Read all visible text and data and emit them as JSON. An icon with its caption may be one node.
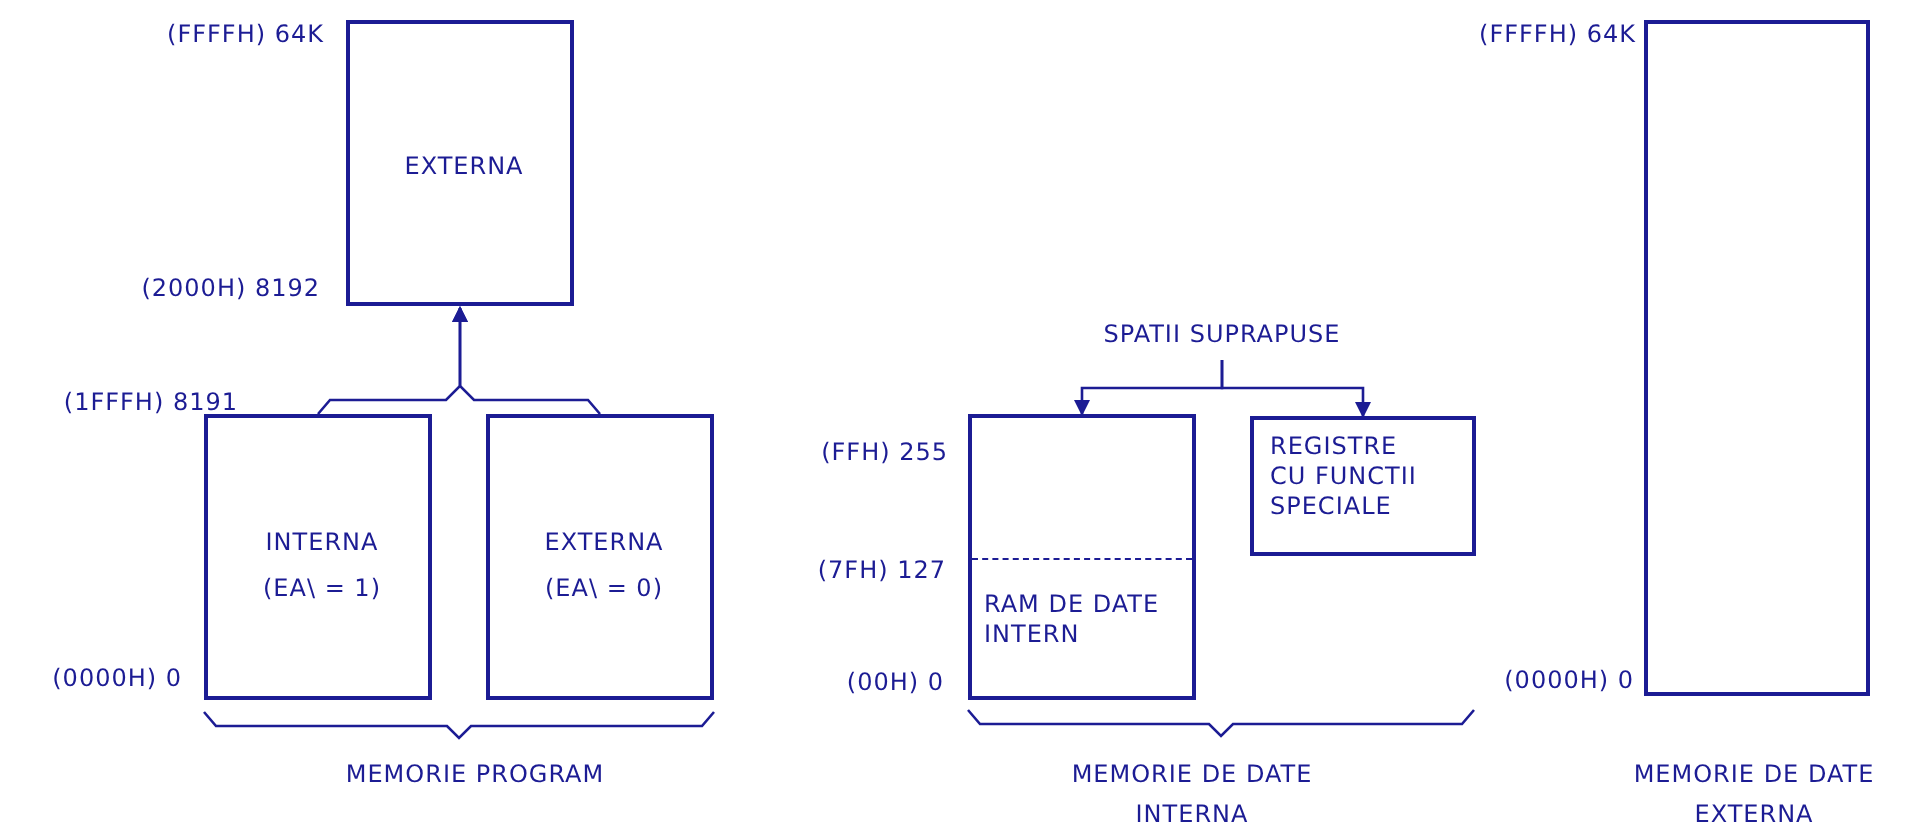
{
  "diagram": {
    "nodes": [
      {
        "text": [
          "EXTERNA"
        ]
      },
      {
        "text": [
          "INTERNA",
          "(EA\\ = 1)"
        ]
      },
      {
        "text": [
          "EXTERNA",
          "(EA\\ = 0)"
        ]
      },
      {
        "text": [
          "SPATII SUPRAPUSE"
        ]
      },
      {
        "text": [
          "RAM DE DATE INTERN"
        ]
      },
      {
        "text": [
          "REGISTRE CU FUNCTII SPECIALE"
        ]
      },
      {
        "text": [],
        "shape": "box"
      }
    ],
    "edges": [
      {
        "from": 1,
        "to": 0,
        "arrow": "to"
      },
      {
        "from": 2,
        "to": 0,
        "arrow": "to"
      },
      {
        "from": 3,
        "to": 4,
        "arrow": "to"
      },
      {
        "from": 3,
        "to": 5,
        "arrow": "to"
      }
    ],
    "labels": [
      "(FFFFH) 64K",
      "(FFFFH) 64K",
      "(2000H) 8192",
      "(1FFFH) 8191",
      "(FFH) 255",
      "(7FH) 127",
      "(0000H) 0",
      "(00H) 0",
      "(0000H) 0",
      "MEMORIE PROGRAM",
      "MEMORIE DE DATE INTERNA",
      "MEMORIE DE DATE EXTERNA"
    ]
  }
}
